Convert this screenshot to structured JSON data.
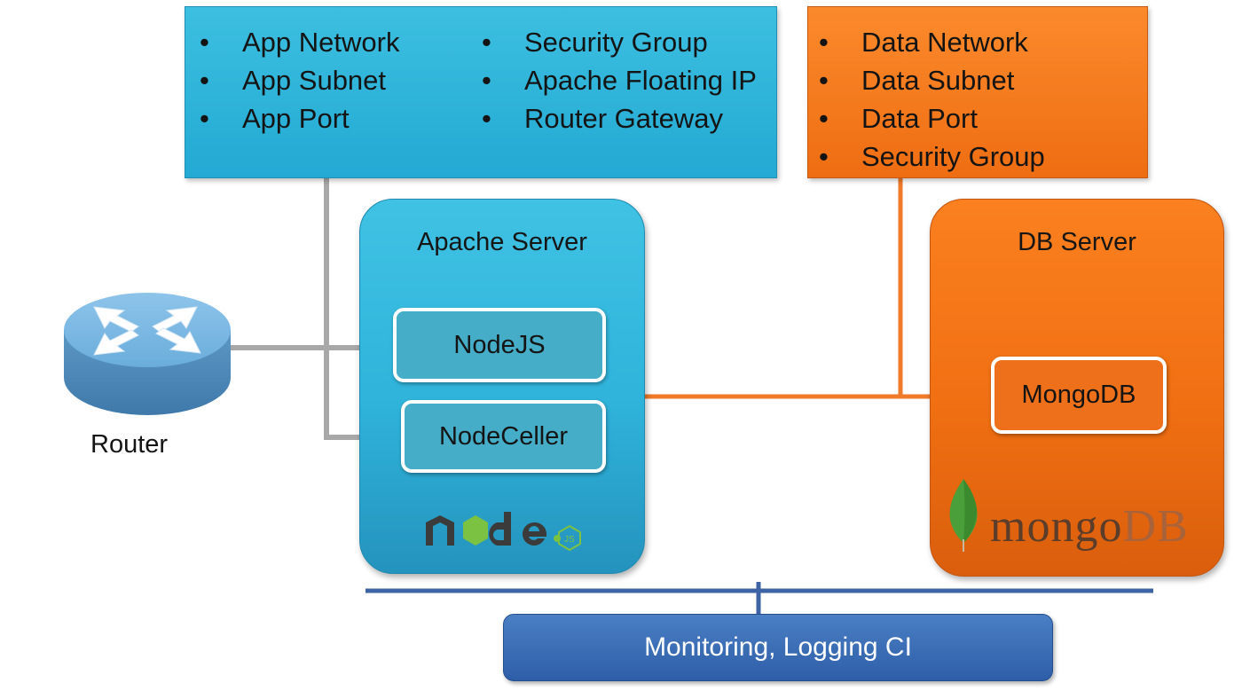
{
  "app_network_box": {
    "left_items": [
      "App Network",
      "App Subnet",
      "App Port"
    ],
    "right_items": [
      "Security Group",
      "Apache Floating IP",
      "Router Gateway"
    ]
  },
  "data_network_box": {
    "items": [
      "Data Network",
      "Data Subnet",
      "Data Port",
      "Security Group"
    ]
  },
  "router": {
    "label": "Router"
  },
  "apache_server": {
    "title": "Apache Server",
    "components": [
      "NodeJS",
      "NodeCeller"
    ],
    "logo_text": "node"
  },
  "db_server": {
    "title": "DB Server",
    "components": [
      "MongoDB"
    ],
    "logo_text_a": "mongo",
    "logo_text_b": "DB"
  },
  "monitoring": {
    "label": "Monitoring, Logging CI"
  },
  "colors": {
    "app_blue": "#2fb3db",
    "data_orange": "#f06f12",
    "link_gray": "#a8a8a8",
    "link_orange": "#ef7a2a",
    "bus_blue": "#3f64a6"
  }
}
